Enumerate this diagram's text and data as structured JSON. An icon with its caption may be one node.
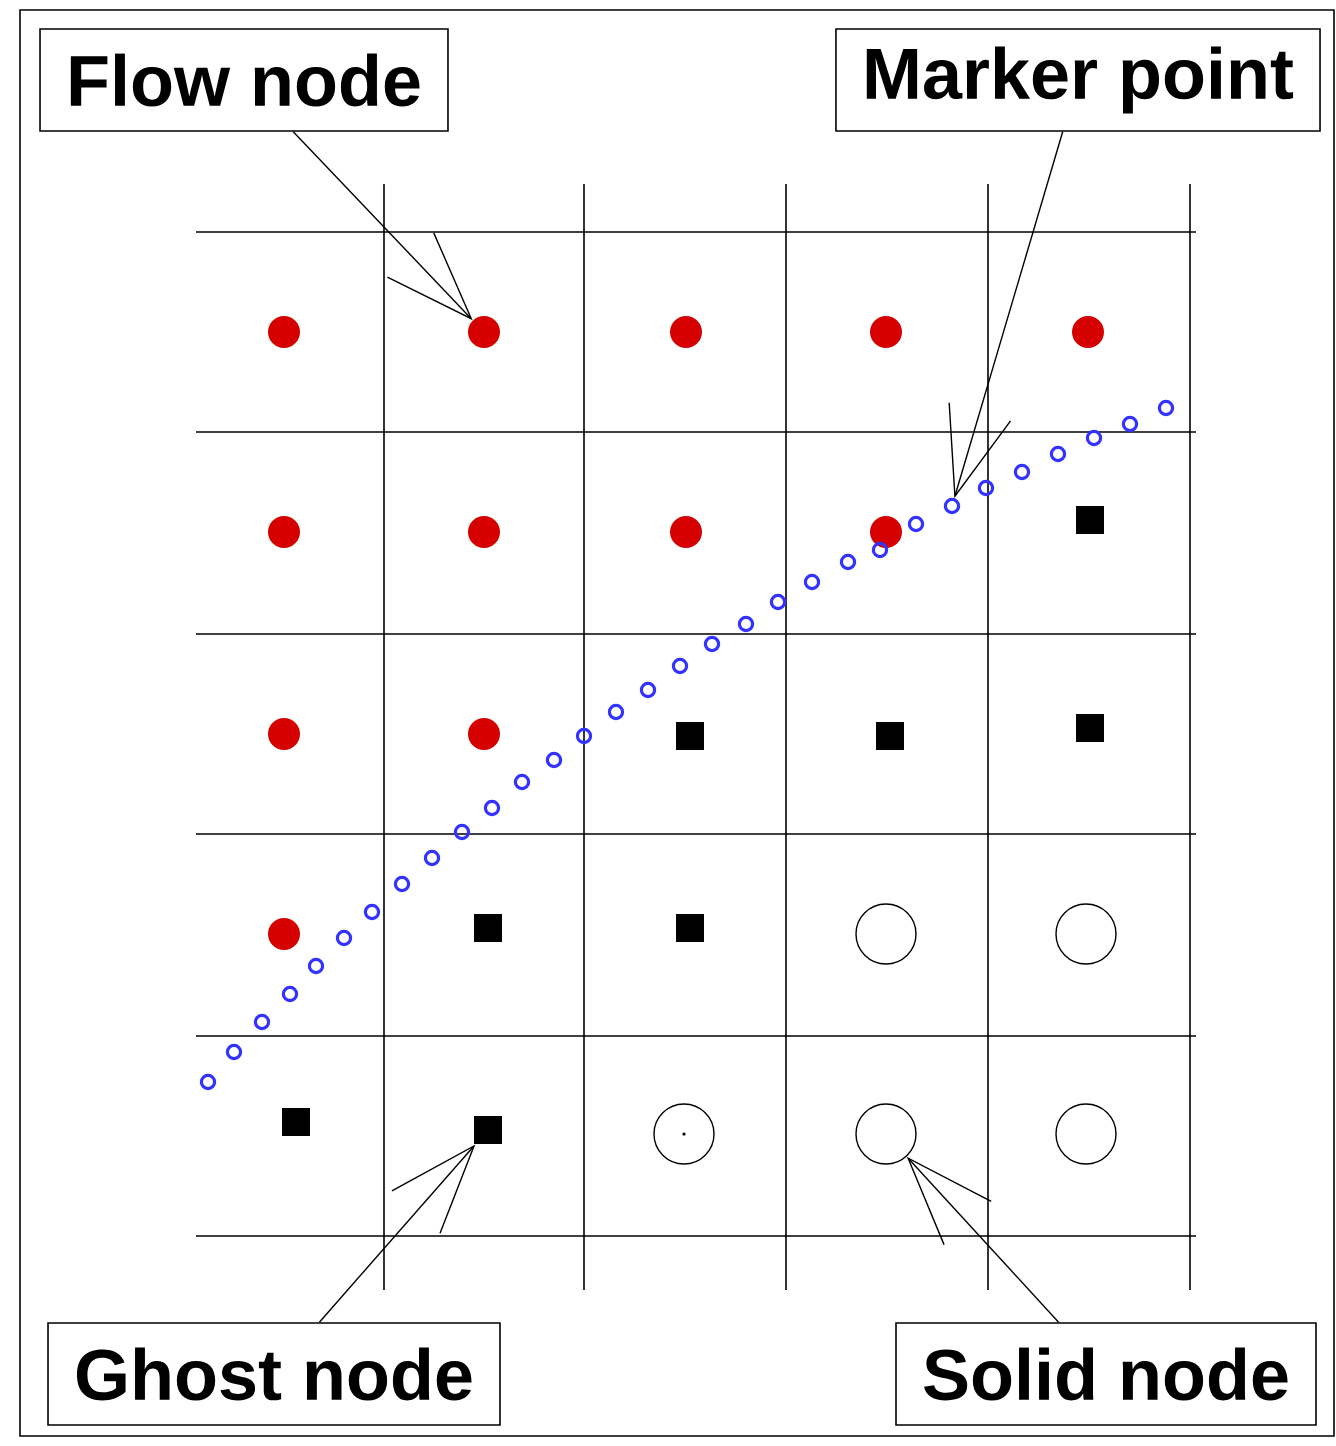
{
  "diagram": {
    "nodes": [
      {
        "text": [
          "Flow node"
        ]
      },
      {
        "text": [
          "Marker point"
        ]
      },
      {
        "text": [
          "Ghost node"
        ]
      },
      {
        "text": [
          "Solid node"
        ]
      },
      {
        "text": [],
        "shape": "circle"
      },
      {
        "text": [],
        "shape": "circle"
      },
      {
        "text": [],
        "shape": "circle"
      },
      {
        "text": [],
        "shape": "circle"
      },
      {
        "text": [],
        "shape": "circle"
      },
      {
        "text": [],
        "shape": "circle"
      },
      {
        "text": [],
        "shape": "circle"
      },
      {
        "text": [],
        "shape": "circle"
      },
      {
        "text": [],
        "shape": "circle"
      },
      {
        "text": [],
        "shape": "circle"
      },
      {
        "text": [],
        "shape": "circle"
      },
      {
        "text": [],
        "shape": "circle"
      },
      {
        "text": [],
        "shape": "box"
      },
      {
        "text": [],
        "shape": "box"
      },
      {
        "text": [],
        "shape": "box"
      },
      {
        "text": [],
        "shape": "box"
      },
      {
        "text": [],
        "shape": "box"
      },
      {
        "text": [],
        "shape": "box"
      },
      {
        "text": [],
        "shape": "box"
      },
      {
        "text": [],
        "shape": "box"
      },
      {
        "text": [],
        "shape": "circle"
      },
      {
        "text": [],
        "shape": "circle"
      },
      {
        "text": [],
        "shape": "circle"
      },
      {
        "text": [],
        "shape": "circle"
      },
      {
        "text": [],
        "shape": "circle"
      },
      {
        "text": [],
        "shape": "circle"
      },
      {
        "text": [],
        "shape": "circle"
      },
      {
        "text": [],
        "shape": "circle"
      },
      {
        "text": [],
        "shape": "circle"
      },
      {
        "text": [],
        "shape": "circle"
      },
      {
        "text": [],
        "shape": "circle"
      },
      {
        "text": [],
        "shape": "circle"
      },
      {
        "text": [],
        "shape": "circle"
      },
      {
        "text": [],
        "shape": "circle"
      },
      {
        "text": [],
        "shape": "circle"
      },
      {
        "text": [],
        "shape": "circle"
      },
      {
        "text": [],
        "shape": "circle"
      },
      {
        "text": [],
        "shape": "circle"
      },
      {
        "text": [],
        "shape": "circle"
      },
      {
        "text": [],
        "shape": "circle"
      },
      {
        "text": [],
        "shape": "circle"
      },
      {
        "text": [],
        "shape": "circle"
      },
      {
        "text": [],
        "shape": "circle"
      },
      {
        "text": [],
        "shape": "circle"
      },
      {
        "text": [],
        "shape": "circle"
      },
      {
        "text": [],
        "shape": "circle"
      },
      {
        "text": [],
        "shape": "circle"
      },
      {
        "text": [],
        "shape": "circle"
      },
      {
        "text": [],
        "shape": "circle"
      },
      {
        "text": [],
        "shape": "circle"
      },
      {
        "text": [],
        "shape": "circle"
      },
      {
        "text": [],
        "shape": "circle"
      },
      {
        "text": [],
        "shape": "circle"
      },
      {
        "text": [],
        "shape": "circle"
      },
      {
        "text": [],
        "shape": "circle"
      },
      {
        "text": [],
        "shape": "circle"
      }
    ],
    "edges": [
      {
        "from": 0,
        "to": 5,
        "arrow": "to"
      },
      {
        "from": 1,
        "to": 53,
        "arrow": "to"
      },
      {
        "from": 2,
        "to": 23,
        "arrow": "to"
      },
      {
        "from": 3,
        "to": 27,
        "arrow": "to"
      }
    ]
  }
}
